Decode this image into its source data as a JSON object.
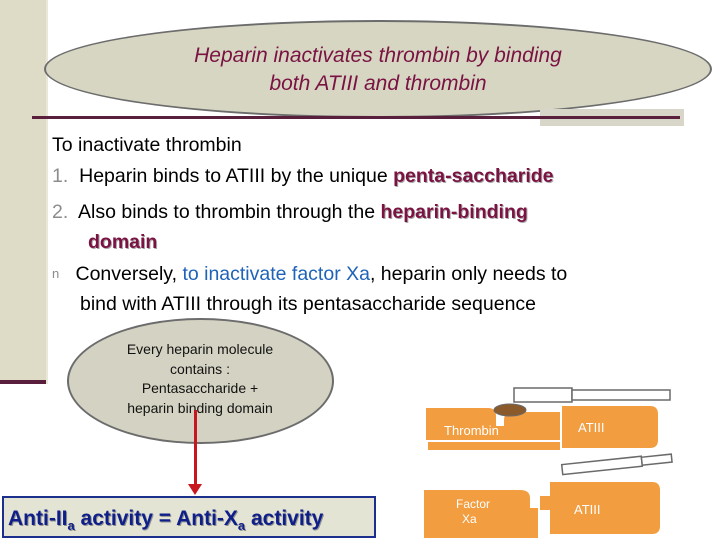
{
  "title": {
    "line1": "Heparin inactivates thrombin by binding",
    "line2": "both ATIII and thrombin"
  },
  "body": {
    "intro": "To inactivate thrombin",
    "items": [
      {
        "num": "1.",
        "pre": "Heparin binds to ATIII by the unique ",
        "highlight": "penta-saccharide"
      },
      {
        "num": "2.",
        "pre": "Also binds to thrombin through the ",
        "highlight": "heparin-binding",
        "highlight2": "domain"
      }
    ],
    "bullet": {
      "marker": "n",
      "pre": "Conversely, ",
      "blue": "to inactivate factor Xa",
      "post": ", heparin only needs to",
      "line2": "bind with ATIII through its pentasaccharide sequence"
    }
  },
  "info": {
    "line1": "Every heparin molecule",
    "line2": "contains :",
    "line3": "Pentasaccharide +",
    "line4": "heparin binding domain"
  },
  "result": {
    "part1": "Anti-II",
    "sub1": "a",
    "part2": " activity = Anti-X",
    "sub2": "a",
    "part3": " activity"
  },
  "diagram": {
    "thrombin_label": "Thrombin",
    "atiii_label_1": "ATIII",
    "factor_label_1": "Factor",
    "factor_label_2": "Xa",
    "atiii_label_2": "ATIII"
  },
  "colors": {
    "title": "#7a1342",
    "highlight": "#7a1342",
    "blue": "#1f63b8",
    "protein": "#f29d3f",
    "arrow": "#c8161f",
    "result": "#0f1f8a"
  }
}
